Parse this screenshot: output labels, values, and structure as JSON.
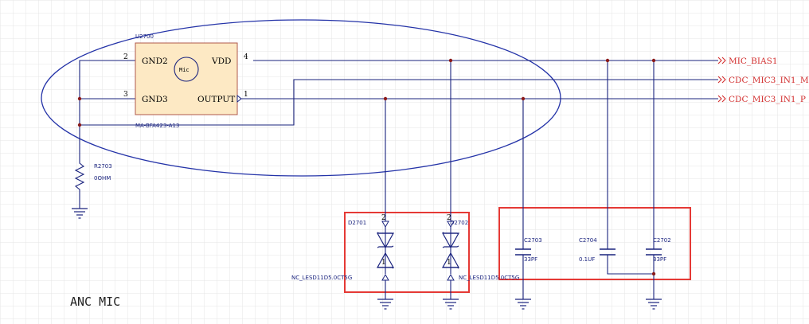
{
  "title": "ANC MIC",
  "component": {
    "ref": "U2700",
    "part": "MA-BFA423-A13",
    "body_text": "Mic",
    "pins": [
      {
        "num": "2",
        "name": "GND2"
      },
      {
        "num": "3",
        "name": "GND3"
      },
      {
        "num": "4",
        "name": "VDD"
      },
      {
        "num": "1",
        "name": "OUTPUT"
      }
    ]
  },
  "resistor": {
    "ref": "R2703",
    "value": "0OHM"
  },
  "diodes": [
    {
      "ref": "D2701",
      "part": "NC_LESD11D5.0CT5G"
    },
    {
      "ref": "D2702",
      "part": "NC_LESD11D5.0CT5G"
    }
  ],
  "capacitors": [
    {
      "ref": "C2703",
      "value": "33PF"
    },
    {
      "ref": "C2704",
      "value": "0.1UF"
    },
    {
      "ref": "C2702",
      "value": "33PF"
    }
  ],
  "diode_pins": {
    "top": "2",
    "bottom": "1"
  },
  "nets": [
    "MIC_BIAS1",
    "CDC_MIC3_IN1_M",
    "CDC_MIC3_IN1_P"
  ],
  "colors": {
    "wire": "#1a237e",
    "net_label": "#d32f2f",
    "component_fill": "#fde9c4",
    "component_border": "#b0594b",
    "highlight_box": "#e53935",
    "grid": "#e6e6e6"
  }
}
